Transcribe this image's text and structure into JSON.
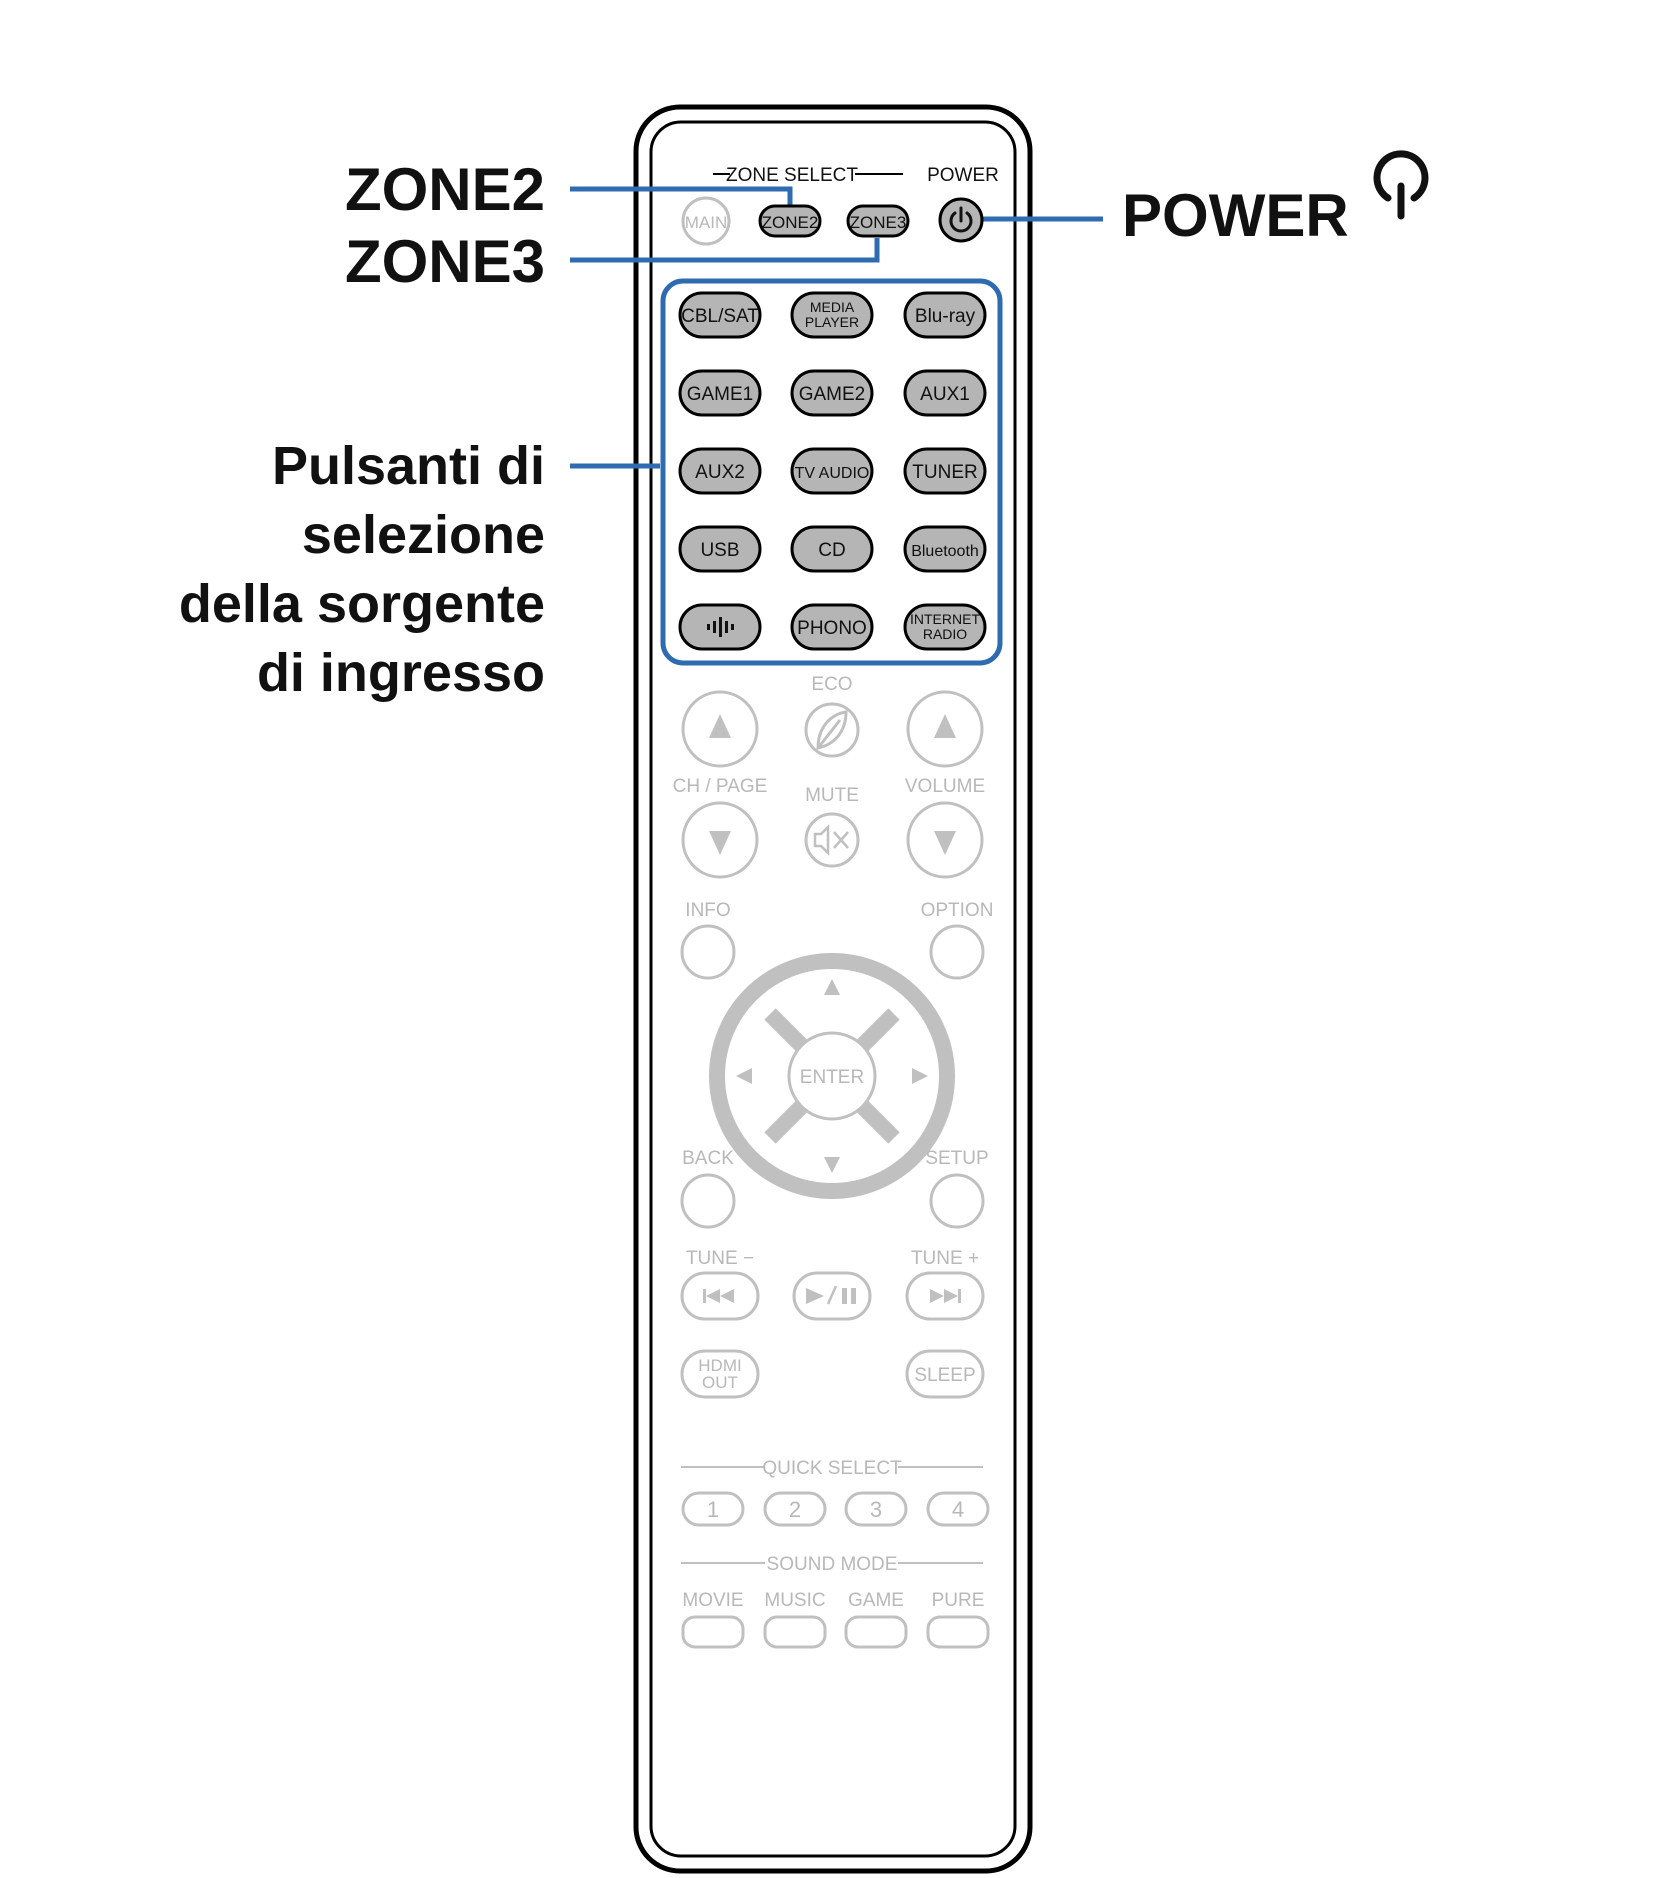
{
  "callouts": {
    "zone2": "ZONE2",
    "zone3": "ZONE3",
    "power": "POWER",
    "source_line1": "Pulsanti di",
    "source_line2": "selezione",
    "source_line3": "della sorgente",
    "source_line4": "di ingresso"
  },
  "remote": {
    "zone_select": "ZONE SELECT",
    "power_label": "POWER",
    "main": "MAIN",
    "zone2_btn": "ZONE2",
    "zone3_btn": "ZONE3",
    "sources": [
      [
        "CBL/SAT",
        "MEDIA|PLAYER",
        "Blu-ray"
      ],
      [
        "GAME1",
        "GAME2",
        "AUX1"
      ],
      [
        "AUX2",
        "TV AUDIO",
        "TUNER"
      ],
      [
        "USB",
        "CD",
        "Bluetooth"
      ],
      [
        "",
        "PHONO",
        "INTERNET|RADIO"
      ]
    ],
    "eco": "ECO",
    "ch_page": "CH / PAGE",
    "mute": "MUTE",
    "volume": "VOLUME",
    "info": "INFO",
    "option": "OPTION",
    "enter": "ENTER",
    "back": "BACK",
    "setup": "SETUP",
    "tune_minus": "TUNE −",
    "tune_plus": "TUNE +",
    "hdmi_out_1": "HDMI",
    "hdmi_out_2": "OUT",
    "sleep": "SLEEP",
    "quick_select": "QUICK SELECT",
    "quick": [
      "1",
      "2",
      "3",
      "4"
    ],
    "sound_mode": "SOUND MODE",
    "modes": [
      "MOVIE",
      "MUSIC",
      "GAME",
      "PURE"
    ]
  },
  "colors": {
    "callout_line": "#2f6bb0",
    "dark_button_fill": "#b5b5b5",
    "grey_outline": "#c0c0c0"
  }
}
